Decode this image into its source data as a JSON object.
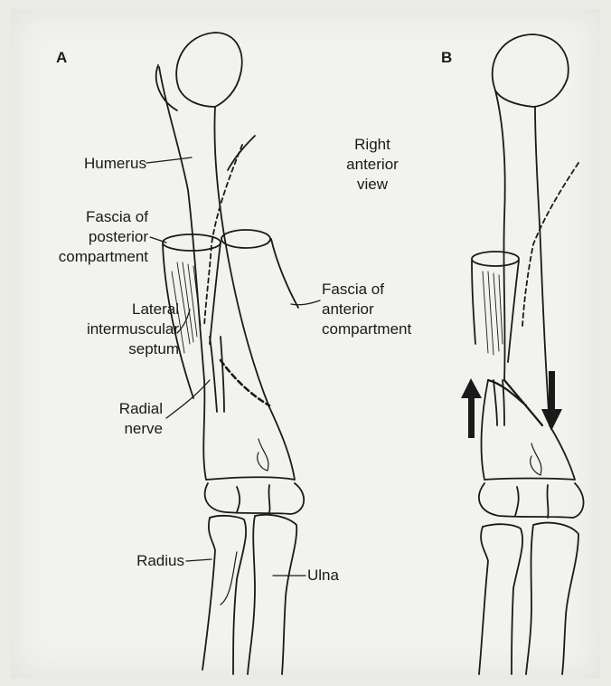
{
  "panels": {
    "a": {
      "letter": "A"
    },
    "b": {
      "letter": "B"
    }
  },
  "labels": {
    "view": [
      "Right",
      "anterior",
      "view"
    ],
    "humerus": "Humerus",
    "fascia_posterior": [
      "Fascia of",
      "posterior",
      "compartment"
    ],
    "fascia_anterior": [
      "Fascia of",
      "anterior",
      "compartment"
    ],
    "lateral_septum": [
      "Lateral",
      "intermuscular",
      "septum"
    ],
    "radial_nerve": [
      "Radial",
      "nerve"
    ],
    "radius": "Radius",
    "ulna": "Ulna"
  },
  "colors": {
    "ink": "#1a1a1a",
    "paper": "#f2f2ee",
    "background": "#ecece7"
  }
}
